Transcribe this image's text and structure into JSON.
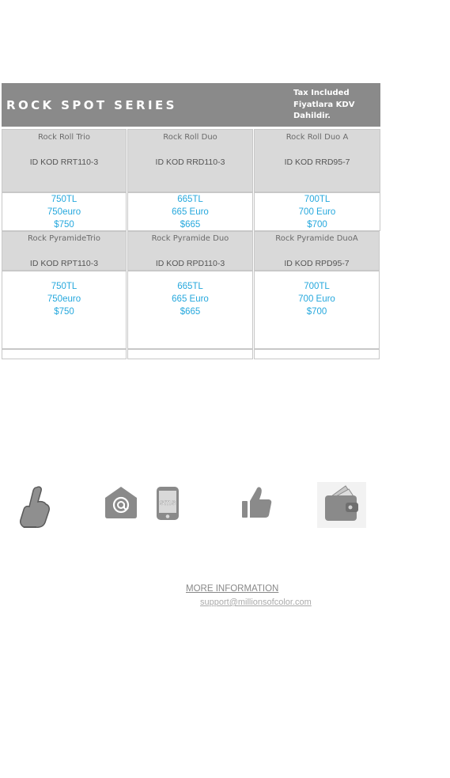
{
  "header": {
    "title": "ROCK SPOT SERIES",
    "tax_lines": [
      "Tax Included",
      "Fiyatlara KDV",
      "Dahildir."
    ]
  },
  "products": [
    {
      "name": "Rock Roll Trio",
      "code": "ID KOD RRT110-3",
      "prices": [
        "750TL",
        "750euro",
        "$750"
      ]
    },
    {
      "name": "Rock Roll Duo",
      "code": "ID KOD RRD110-3",
      "prices": [
        "665TL",
        "665 Euro",
        "$665"
      ]
    },
    {
      "name": "Rock Roll Duo A",
      "code": "ID KOD RRD95-7",
      "prices": [
        "700TL",
        "700 Euro",
        "$700"
      ]
    },
    {
      "name": "Rock PyramideTrio",
      "code": "ID KOD RPT110-3",
      "prices": [
        "750TL",
        "750euro",
        "$750"
      ]
    },
    {
      "name": "Rock Pyramide Duo",
      "code": "ID KOD RPD110-3",
      "prices": [
        "665TL",
        "665 Euro",
        "$665"
      ]
    },
    {
      "name": "Rock Pyramide DuoA",
      "code": "ID KOD RPD95-7",
      "prices": [
        "700TL",
        "700 Euro",
        "$700"
      ]
    }
  ],
  "icons": {
    "pointer": "hand-pointer-icon",
    "email": "email-at-icon",
    "sms": "sms-phone-icon",
    "like": "thumbs-up-icon",
    "wallet": "wallet-icon",
    "sms_text": "sms"
  },
  "footer": {
    "more_info": "MORE INFORMATION",
    "email": "support@millionsofcolor.com"
  },
  "colors": {
    "header_bg": "#8a8a8a",
    "price_blue": "#26a8dd",
    "cell_grey": "#d9d9d9"
  }
}
